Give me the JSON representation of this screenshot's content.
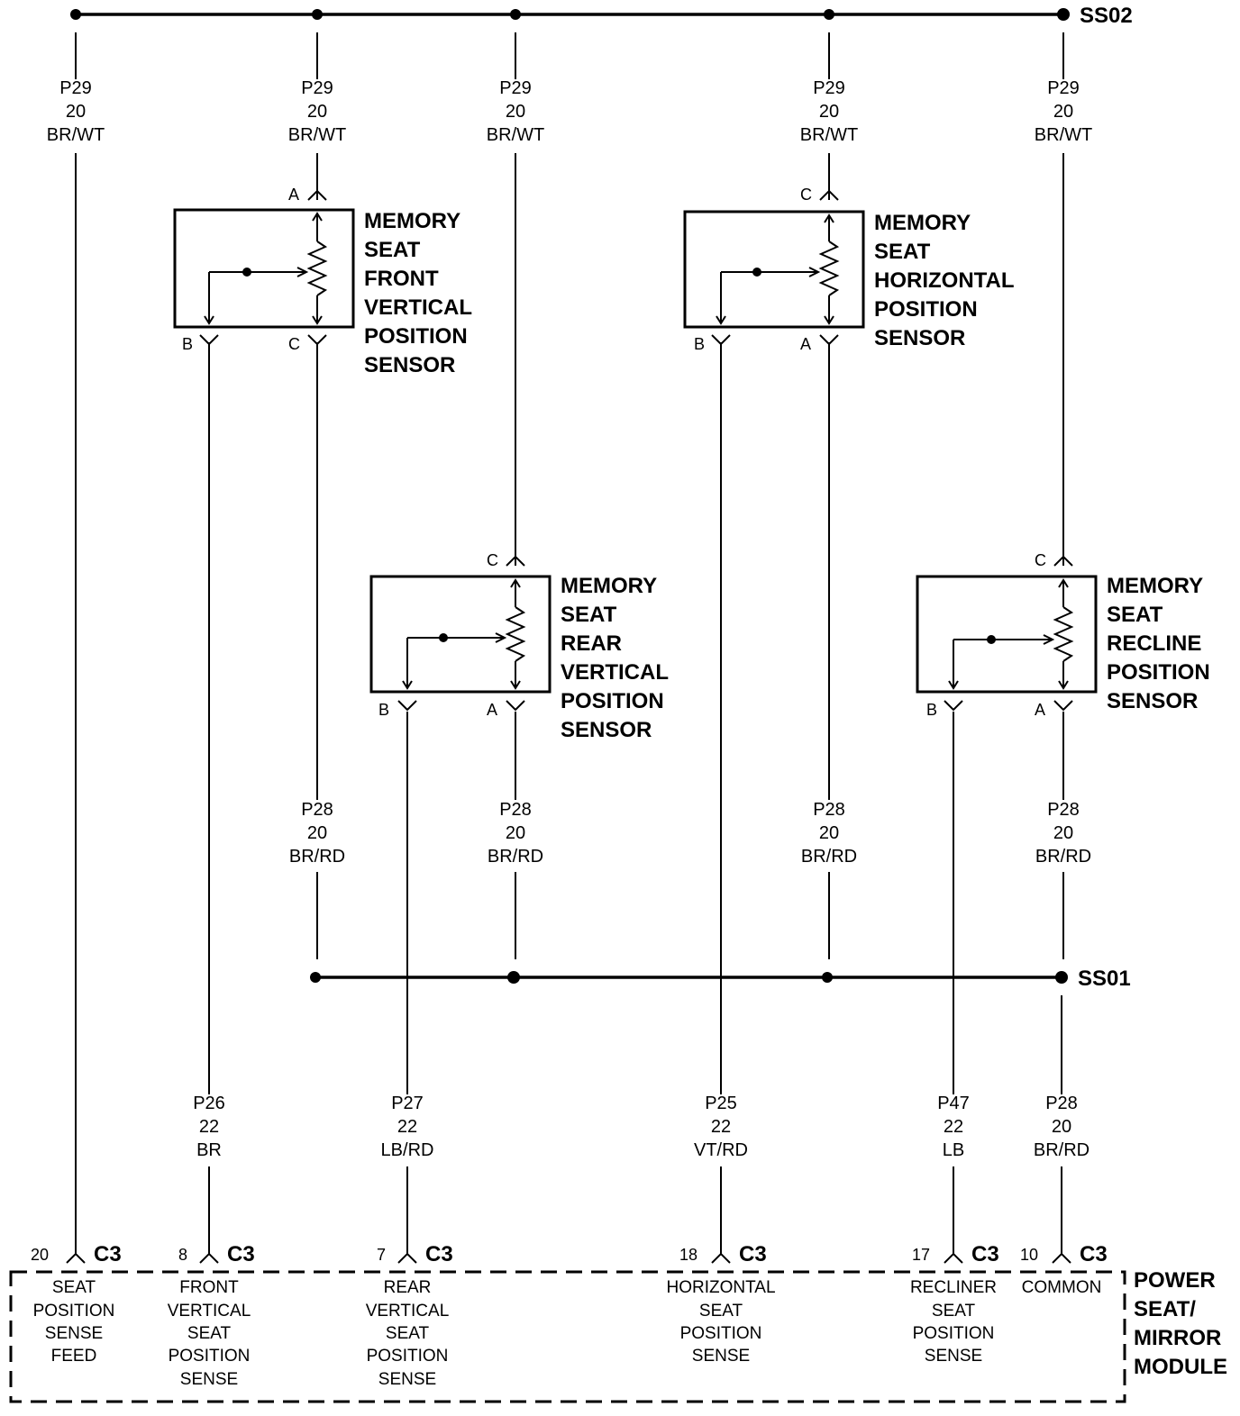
{
  "splices": {
    "top": "SS02",
    "bottom": "SS01"
  },
  "top_wires": [
    {
      "circuit": "P29",
      "gauge": "20",
      "color": "BR/WT"
    },
    {
      "circuit": "P29",
      "gauge": "20",
      "color": "BR/WT"
    },
    {
      "circuit": "P29",
      "gauge": "20",
      "color": "BR/WT"
    },
    {
      "circuit": "P29",
      "gauge": "20",
      "color": "BR/WT"
    },
    {
      "circuit": "P29",
      "gauge": "20",
      "color": "BR/WT"
    }
  ],
  "mid_wires": [
    {
      "circuit": "P28",
      "gauge": "20",
      "color": "BR/RD"
    },
    {
      "circuit": "P28",
      "gauge": "20",
      "color": "BR/RD"
    },
    {
      "circuit": "P28",
      "gauge": "20",
      "color": "BR/RD"
    },
    {
      "circuit": "P28",
      "gauge": "20",
      "color": "BR/RD"
    }
  ],
  "bottom_wires": [
    {
      "circuit": "P26",
      "gauge": "22",
      "color": "BR"
    },
    {
      "circuit": "P27",
      "gauge": "22",
      "color": "LB/RD"
    },
    {
      "circuit": "P25",
      "gauge": "22",
      "color": "VT/RD"
    },
    {
      "circuit": "P47",
      "gauge": "22",
      "color": "LB"
    },
    {
      "circuit": "P28",
      "gauge": "20",
      "color": "BR/RD"
    }
  ],
  "sensors": [
    {
      "name": [
        "MEMORY",
        "SEAT",
        "FRONT",
        "VERTICAL",
        "POSITION",
        "SENSOR"
      ],
      "top_pin": "A",
      "left_pin": "B",
      "right_pin": "C"
    },
    {
      "name": [
        "MEMORY",
        "SEAT",
        "HORIZONTAL",
        "POSITION",
        "SENSOR"
      ],
      "top_pin": "C",
      "left_pin": "B",
      "right_pin": "A"
    },
    {
      "name": [
        "MEMORY",
        "SEAT",
        "REAR",
        "VERTICAL",
        "POSITION",
        "SENSOR"
      ],
      "top_pin": "C",
      "left_pin": "B",
      "right_pin": "A"
    },
    {
      "name": [
        "MEMORY",
        "SEAT",
        "RECLINE",
        "POSITION",
        "SENSOR"
      ],
      "top_pin": "C",
      "left_pin": "B",
      "right_pin": "A"
    }
  ],
  "connector": "C3",
  "module_pins": [
    {
      "pin": "20",
      "function": [
        "SEAT",
        "POSITION",
        "SENSE",
        "FEED"
      ]
    },
    {
      "pin": "8",
      "function": [
        "FRONT",
        "VERTICAL",
        "SEAT",
        "POSITION",
        "SENSE"
      ]
    },
    {
      "pin": "7",
      "function": [
        "REAR",
        "VERTICAL",
        "SEAT",
        "POSITION",
        "SENSE"
      ]
    },
    {
      "pin": "18",
      "function": [
        "HORIZONTAL",
        "SEAT",
        "POSITION",
        "SENSE"
      ]
    },
    {
      "pin": "17",
      "function": [
        "RECLINER",
        "SEAT",
        "POSITION",
        "SENSE"
      ]
    },
    {
      "pin": "10",
      "function": [
        "COMMON"
      ]
    }
  ],
  "module": [
    "POWER",
    "SEAT/",
    "MIRROR",
    "MODULE"
  ]
}
